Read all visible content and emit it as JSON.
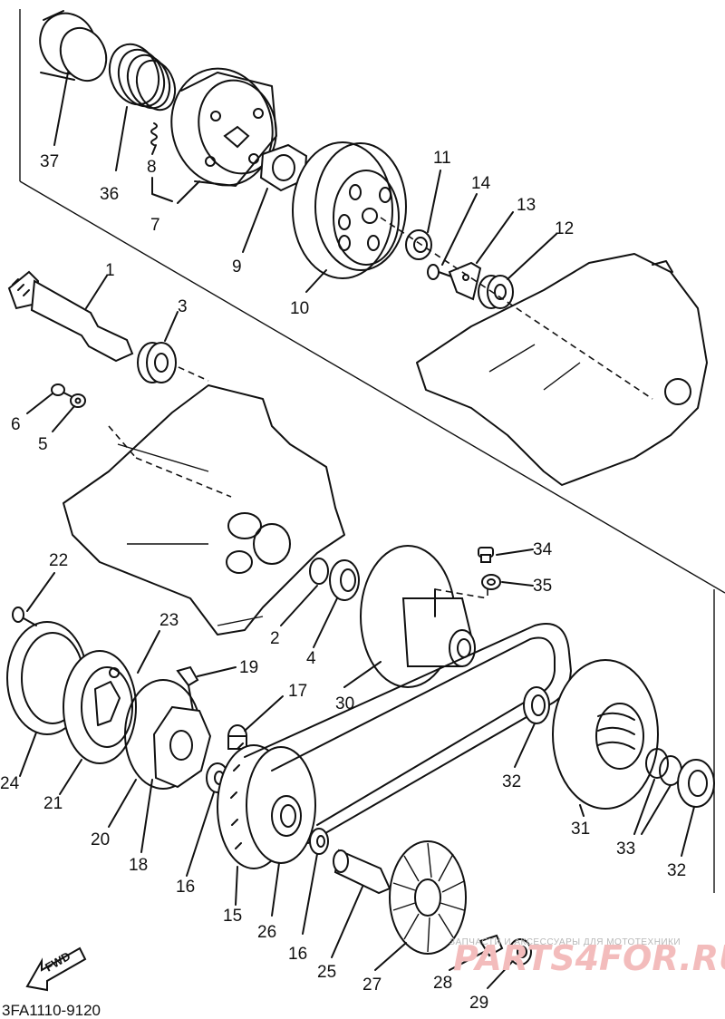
{
  "diagram": {
    "drawing_code": "3FA1110-9120",
    "direction_label": "FWD",
    "watermark_text": "ЗАПЧАСТИ И АКСЕССУАРЫ ДЛЯ МОТОТЕХНИКИ",
    "watermark_brand": "PARTS4FOR.RU",
    "parts": [
      {
        "id": "p1",
        "label": "1"
      },
      {
        "id": "p2",
        "label": "2"
      },
      {
        "id": "p3",
        "label": "3"
      },
      {
        "id": "p4",
        "label": "4"
      },
      {
        "id": "p5",
        "label": "5"
      },
      {
        "id": "p6",
        "label": "6"
      },
      {
        "id": "p7",
        "label": "7"
      },
      {
        "id": "p8",
        "label": "8"
      },
      {
        "id": "p9",
        "label": "9"
      },
      {
        "id": "p10",
        "label": "10"
      },
      {
        "id": "p11",
        "label": "11"
      },
      {
        "id": "p12",
        "label": "12"
      },
      {
        "id": "p13",
        "label": "13"
      },
      {
        "id": "p14",
        "label": "14"
      },
      {
        "id": "p15",
        "label": "15"
      },
      {
        "id": "p16a",
        "label": "16"
      },
      {
        "id": "p16b",
        "label": "16"
      },
      {
        "id": "p17",
        "label": "17"
      },
      {
        "id": "p18",
        "label": "18"
      },
      {
        "id": "p19",
        "label": "19"
      },
      {
        "id": "p20",
        "label": "20"
      },
      {
        "id": "p21",
        "label": "21"
      },
      {
        "id": "p22",
        "label": "22"
      },
      {
        "id": "p23",
        "label": "23"
      },
      {
        "id": "p24",
        "label": "24"
      },
      {
        "id": "p25",
        "label": "25"
      },
      {
        "id": "p26",
        "label": "26"
      },
      {
        "id": "p27",
        "label": "27"
      },
      {
        "id": "p28",
        "label": "28"
      },
      {
        "id": "p29",
        "label": "29"
      },
      {
        "id": "p30",
        "label": "30"
      },
      {
        "id": "p31",
        "label": "31"
      },
      {
        "id": "p32a",
        "label": "32"
      },
      {
        "id": "p32b",
        "label": "32"
      },
      {
        "id": "p33",
        "label": "33"
      },
      {
        "id": "p34",
        "label": "34"
      },
      {
        "id": "p35",
        "label": "35"
      },
      {
        "id": "p36",
        "label": "36"
      },
      {
        "id": "p37",
        "label": "37"
      }
    ]
  }
}
